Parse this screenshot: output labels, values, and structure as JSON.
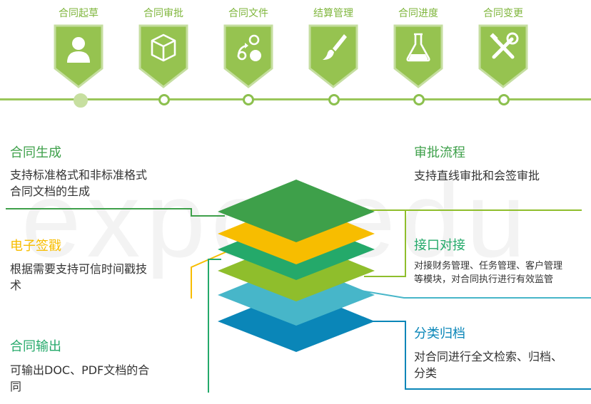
{
  "watermark": "exposedu",
  "stages": [
    {
      "label": "合同起草",
      "icon": "person-icon"
    },
    {
      "label": "合同审批",
      "icon": "cube-icon"
    },
    {
      "label": "合同文件",
      "icon": "recycle-shapes-icon"
    },
    {
      "label": "结算管理",
      "icon": "brush-icon"
    },
    {
      "label": "合同进度",
      "icon": "flask-icon"
    },
    {
      "label": "合同变更",
      "icon": "tools-icon"
    }
  ],
  "features": {
    "draft_gen": {
      "title": "合同生成",
      "desc_line1": "支持标准格式和非标准格式",
      "desc_line2": "合同文档的生成"
    },
    "esign": {
      "title": "电子签戳",
      "desc_line1": "根据需要支持可信时间戳技",
      "desc_line2": "术"
    },
    "output": {
      "title": "合同输出",
      "desc_line1": "可输出DOC、PDF文档的合",
      "desc_line2": "同"
    },
    "approval": {
      "title": "审批流程",
      "desc_line1": "支持直线审批和会签审批"
    },
    "interface": {
      "title": "接口对接",
      "desc_line1": "对接财务管理、任务管理、客户管理",
      "desc_line2": "等模块，对合同执行进行有效监管"
    },
    "archive": {
      "title": "分类归档",
      "desc_line1": "对合同进行全文检索、归档、",
      "desc_line2": "分类"
    }
  },
  "colors": {
    "shield_fill": "#96c350",
    "shield_border": "#c5dea0",
    "timeline": "#9ac65a",
    "green_dark": "#3ea04a",
    "yellow": "#f7bd00",
    "teal_green": "#24a96a",
    "lime": "#8fbe2c",
    "light_blue": "#47b6c9",
    "blue": "#0a86b8"
  }
}
